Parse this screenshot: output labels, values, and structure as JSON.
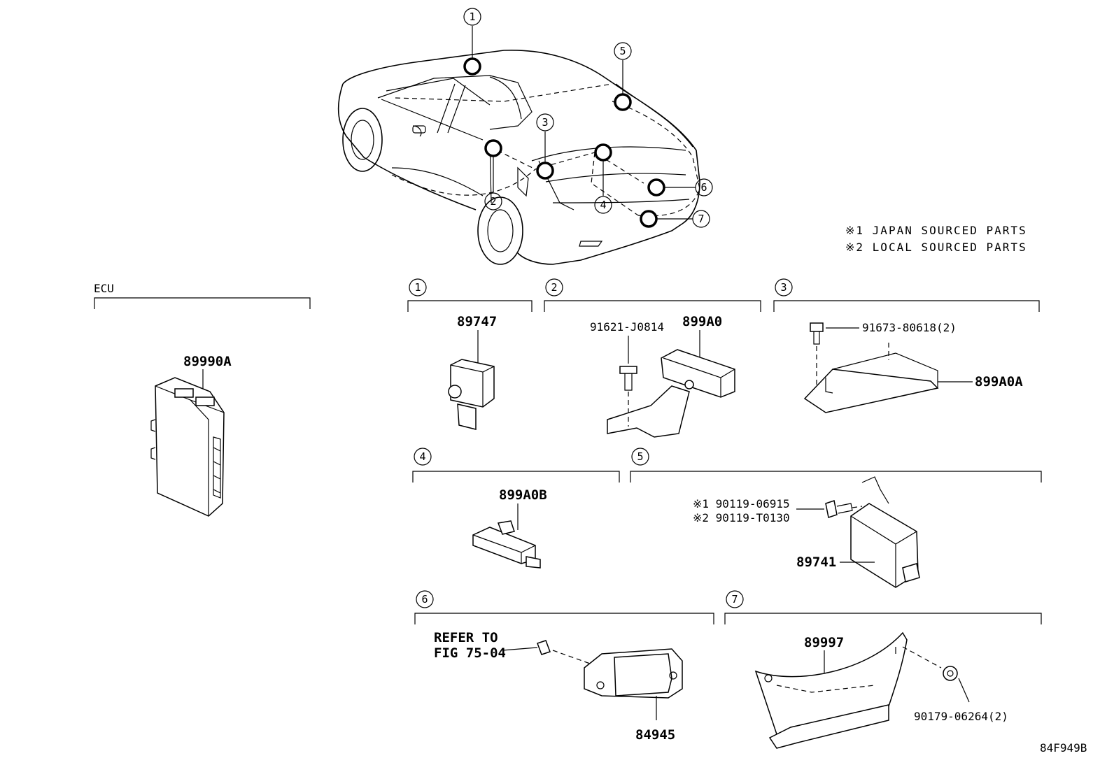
{
  "notes": {
    "note1": "※1 JAPAN SOURCED PARTS",
    "note2": "※2 LOCAL SOURCED PARTS"
  },
  "ecu_section": {
    "label": "ECU",
    "part": "89990A"
  },
  "car_callouts": [
    "1",
    "2",
    "3",
    "4",
    "5",
    "6",
    "7"
  ],
  "groups": [
    {
      "num": "1",
      "parts": [
        "89747"
      ]
    },
    {
      "num": "2",
      "parts": [
        "899A0",
        "91621-J0814"
      ]
    },
    {
      "num": "3",
      "parts": [
        "91673-80618(2)",
        "899A0A"
      ]
    },
    {
      "num": "4",
      "parts": [
        "899A0B"
      ]
    },
    {
      "num": "5",
      "parts": [
        "※1 90119-06915",
        "※2 90119-T0130",
        "89741"
      ]
    },
    {
      "num": "6",
      "parts": [
        "REFER TO",
        "FIG 75-04",
        "84945"
      ]
    },
    {
      "num": "7",
      "parts": [
        "89997",
        "90179-06264(2)"
      ]
    }
  ],
  "figure_code": "84F949B"
}
